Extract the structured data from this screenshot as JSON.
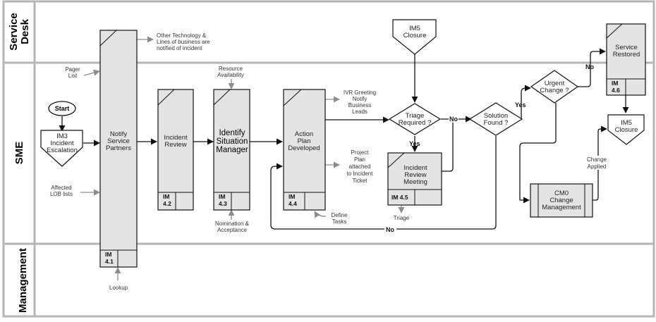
{
  "diagram": {
    "type": "swimlane-flowchart",
    "colors": {
      "lane_border": "#b4b4b4",
      "process_fill": "#e4e4e4",
      "stroke": "#222222",
      "annotation_arrow": "#8c8c8c",
      "background": "#ffffff"
    },
    "lanes": [
      {
        "id": "service-desk",
        "label_lines": [
          "Service",
          "Desk"
        ]
      },
      {
        "id": "sme",
        "label_lines": [
          "SME"
        ]
      },
      {
        "id": "management",
        "label_lines": [
          "Management"
        ]
      }
    ],
    "start": {
      "label": "Start"
    },
    "offpage": [
      {
        "id": "im3",
        "lines": [
          "IM3",
          "Incident",
          "Escalation"
        ]
      },
      {
        "id": "im5-top",
        "lines": [
          "IM5",
          "Closure"
        ]
      },
      {
        "id": "im5-right",
        "lines": [
          "IM5",
          "Closure"
        ]
      }
    ],
    "processes": [
      {
        "id": "notify",
        "lines": [
          "Notify",
          "Service",
          "Partners"
        ],
        "code_lines": [
          "IM",
          "4.1"
        ]
      },
      {
        "id": "review",
        "lines": [
          "Incident",
          "Review"
        ],
        "code_lines": [
          "IM",
          "4.2"
        ]
      },
      {
        "id": "identify",
        "lines": [
          "Identify",
          "Situation",
          "Manager"
        ],
        "code_lines": [
          "IM",
          "4.3"
        ]
      },
      {
        "id": "action",
        "lines": [
          "Action",
          "Plan",
          "Developed"
        ],
        "code_lines": [
          "IM",
          "4.4"
        ]
      },
      {
        "id": "meeting",
        "lines": [
          "Incident",
          "Review",
          "Meeting"
        ],
        "code_lines": [
          "IM 4.5"
        ]
      },
      {
        "id": "restored",
        "lines": [
          "Service",
          "Restored"
        ],
        "code_lines": [
          "IM",
          "4.6"
        ]
      }
    ],
    "subprocess": {
      "id": "cm0",
      "lines": [
        "CM0",
        "Change",
        "Management"
      ]
    },
    "decisions": [
      {
        "id": "triage",
        "lines": [
          "Triage",
          "Required ?"
        ]
      },
      {
        "id": "solution",
        "lines": [
          "Solution",
          "Found ?"
        ]
      },
      {
        "id": "urgent",
        "lines": [
          "Urgent",
          "Change ?"
        ]
      }
    ],
    "annotations": [
      {
        "id": "other-tech",
        "lines": [
          "Other Technology &",
          "Lines of business are",
          "notified of incident"
        ]
      },
      {
        "id": "pager",
        "lines": [
          "Pager",
          "List"
        ]
      },
      {
        "id": "affected",
        "lines": [
          "Affected",
          "LOB lists"
        ]
      },
      {
        "id": "lookup",
        "lines": [
          "Lookup"
        ]
      },
      {
        "id": "resource",
        "lines": [
          "Resource",
          "Availability"
        ]
      },
      {
        "id": "nomination",
        "lines": [
          "Nomination &",
          "Acceptance"
        ]
      },
      {
        "id": "ivr",
        "lines": [
          "IVR Greeting",
          "Notify",
          "Business",
          "Leads"
        ]
      },
      {
        "id": "project",
        "lines": [
          "Project",
          "Plan",
          "attached",
          "to Incident",
          "Ticket"
        ]
      },
      {
        "id": "define",
        "lines": [
          "Define",
          "Tasks"
        ]
      },
      {
        "id": "triage-out",
        "lines": [
          "Triage"
        ]
      },
      {
        "id": "change-applied",
        "lines": [
          "Change",
          "Applied"
        ]
      }
    ],
    "edge_labels": {
      "triage_no": "No",
      "triage_yes": "Yes",
      "solution_yes": "Yes",
      "solution_no": "No",
      "urgent_no": "No"
    }
  }
}
